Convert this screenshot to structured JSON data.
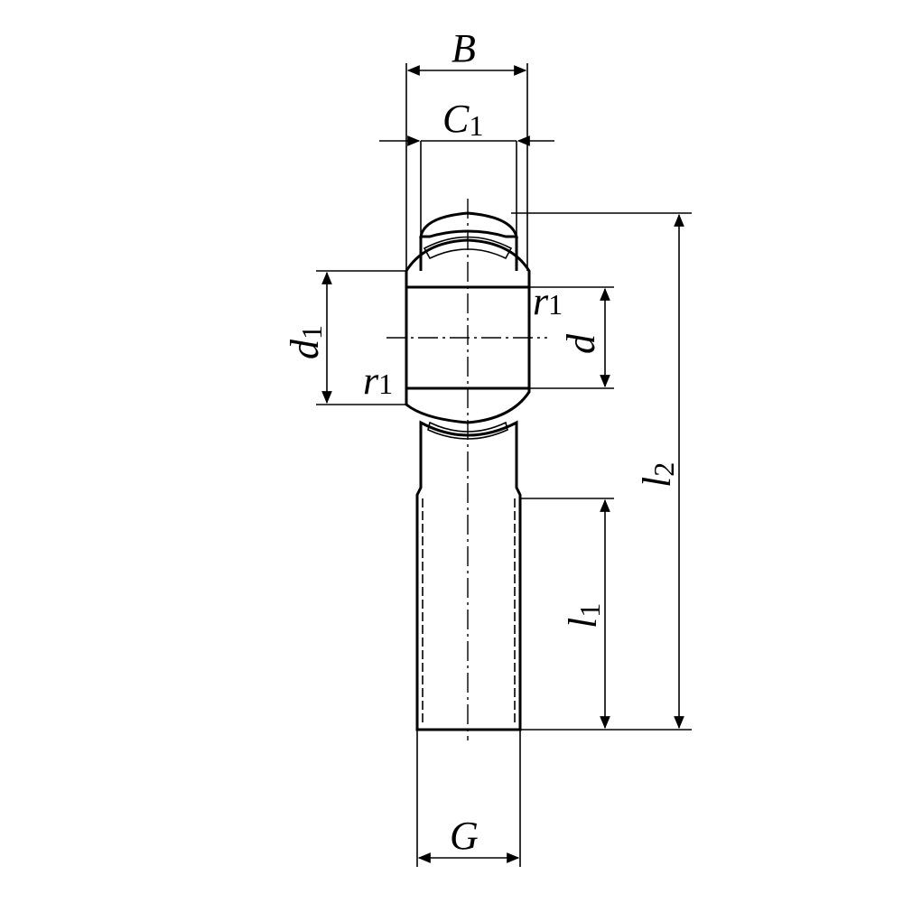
{
  "drawing": {
    "labels": {
      "B": "B",
      "C": "C",
      "C_sub": "1",
      "d1": "d",
      "d1_sub": "1",
      "d": "d",
      "r1_upper": "r",
      "r1_upper_sub": "1",
      "r1_lower": "r",
      "r1_lower_sub": "1",
      "l2": "l",
      "l2_sub": "2",
      "l1": "l",
      "l1_sub": "1",
      "G": "G"
    }
  }
}
